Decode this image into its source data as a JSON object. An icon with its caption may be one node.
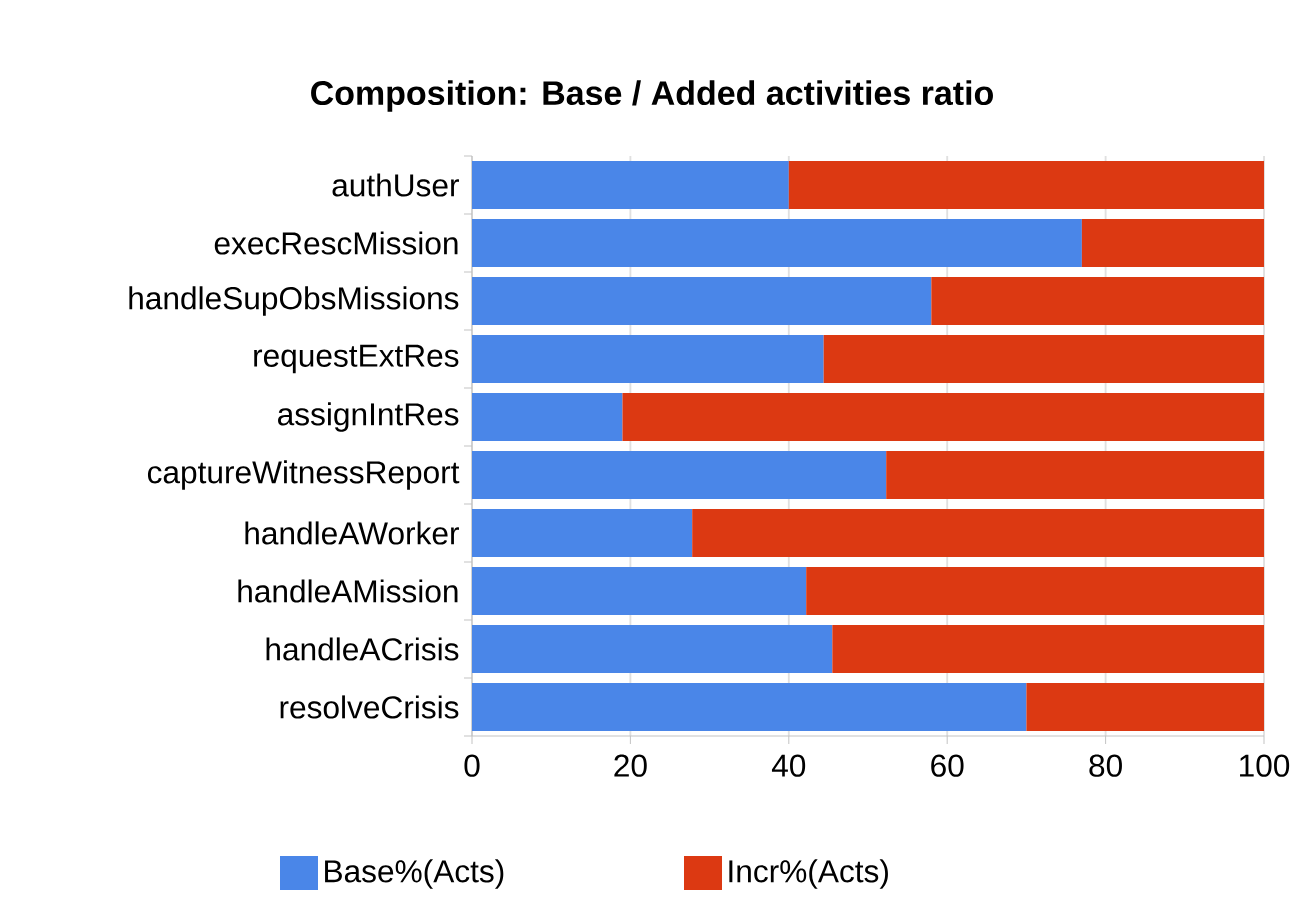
{
  "diagram": {
    "chart_data": {
      "type": "bar",
      "orientation": "horizontal",
      "stacked": true,
      "title": "Composition: Base / Added activities ratio",
      "categories": [
        "authUser",
        "execRescMission",
        "handleSupObsMissions",
        "requestExtRes",
        "assignIntRes",
        "captureWitnessReport",
        "handleAWorker",
        "handleAMission",
        "handleACrisis",
        "resolveCrisis"
      ],
      "series": [
        {
          "color": "#4a86e8",
          "values": [
            40,
            77,
            58,
            44.4,
            19,
            52.3,
            27.8,
            42.2,
            45.5,
            70
          ]
        },
        {
          "color": "#dc3912",
          "values": [
            60,
            23,
            42,
            55.6,
            81,
            47.7,
            72.2,
            57.8,
            54.5,
            30
          ]
        }
      ],
      "grid": true,
      "xlim": [
        0,
        100
      ],
      "xticks": [
        0,
        20,
        40,
        60,
        80,
        100
      ]
    },
    "legend": [
      {
        "text": "Base%(Acts)",
        "color": "#4a86e8"
      },
      {
        "text": "Incr%(Acts)",
        "color": "#dc3912"
      }
    ]
  }
}
